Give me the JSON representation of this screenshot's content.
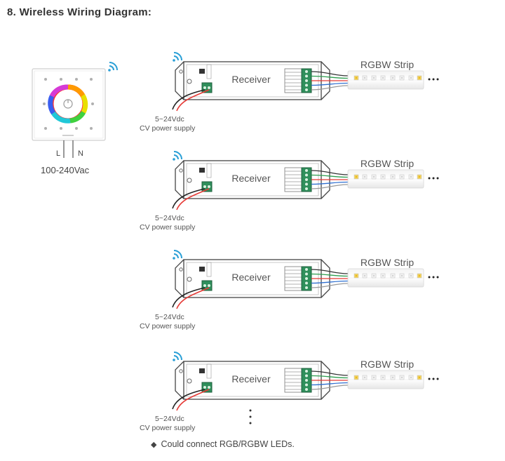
{
  "heading": "8. Wireless Wiring Diagram:",
  "panel": {
    "mains_label": "100-240Vac",
    "live_label": "L",
    "neutral_label": "N"
  },
  "receivers": [
    {
      "label": "Receiver",
      "strip_label": "RGBW Strip",
      "psu_voltage": "5~24Vdc",
      "psu_text": "CV power supply"
    },
    {
      "label": "Receiver",
      "strip_label": "RGBW Strip",
      "psu_voltage": "5~24Vdc",
      "psu_text": "CV power supply"
    },
    {
      "label": "Receiver",
      "strip_label": "RGBW Strip",
      "psu_voltage": "5~24Vdc",
      "psu_text": "CV power supply"
    },
    {
      "label": "Receiver",
      "strip_label": "RGBW Strip",
      "psu_voltage": "5~24Vdc",
      "psu_text": "CV power supply"
    }
  ],
  "note": "Could connect RGB/RGBW LEDs.",
  "colors": {
    "wifi": "#2a9fd6",
    "wire_red": "#e53935",
    "wire_green": "#2e9e4f",
    "wire_blue": "#2f6fd0",
    "wire_black": "#222222",
    "terminal_green": "#2f8f5b"
  }
}
